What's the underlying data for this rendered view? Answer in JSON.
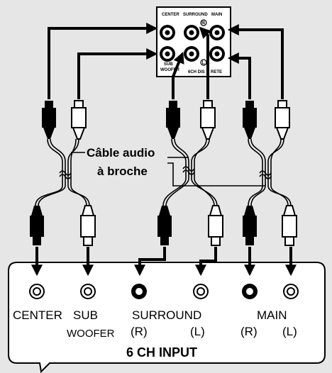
{
  "panel": {
    "center": "CENTER",
    "surround": "SURROUND",
    "main": "MAIN",
    "sub_line1": "SUB",
    "sub_line2": "WOOFER",
    "sixch_a": "6CH DIS",
    "sixch_b": "RETE"
  },
  "cable_label": {
    "line1": "Câble audio",
    "line2": "à broche"
  },
  "input_panel": {
    "title": "6 CH INPUT",
    "center": "CENTER",
    "sub": "SUB",
    "woofer": "WOOFER",
    "surround": "SURROUND",
    "surround_r": "(R)",
    "surround_l": "(L)",
    "main": "MAIN",
    "main_r": "(R)",
    "main_l": "(L)"
  },
  "colors": {
    "background": "#e6e6e6",
    "ink": "#000000",
    "panel_fill": "#ffffff"
  }
}
